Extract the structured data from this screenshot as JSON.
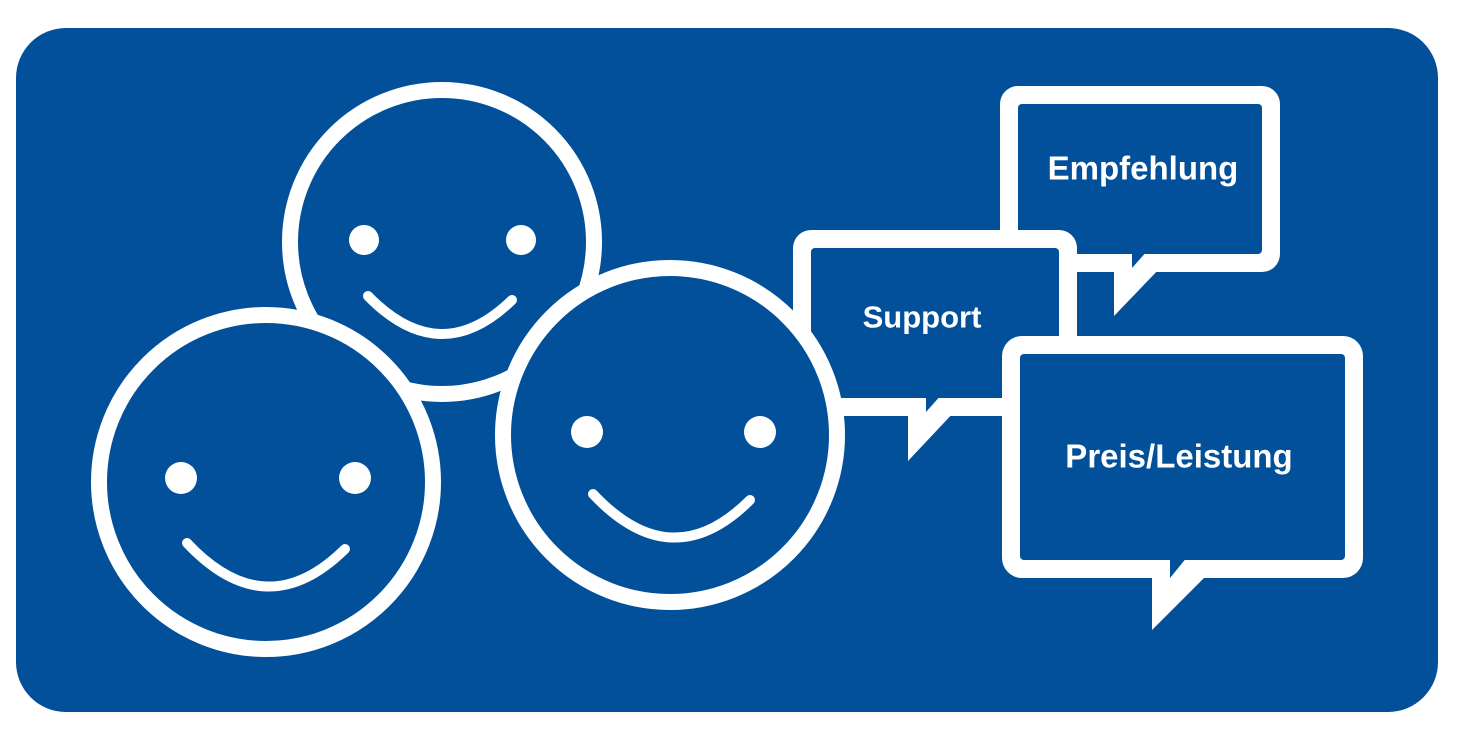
{
  "colors": {
    "background": "#02509a",
    "foreground": "#ffffff",
    "page": "#ffffff"
  },
  "icons": [
    "smiley-face-icon",
    "speech-bubble-icon"
  ],
  "bubbles": {
    "empfehlung": "Empfehlung",
    "support": "Support",
    "preis_leistung": "Preis/Leistung"
  }
}
